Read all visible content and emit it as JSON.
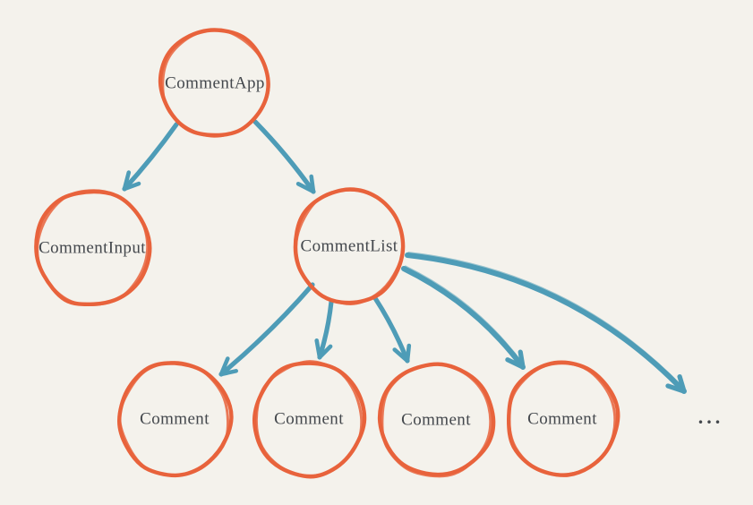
{
  "diagram": {
    "nodes": [
      {
        "id": "comment-app",
        "label": "CommentApp"
      },
      {
        "id": "comment-input",
        "label": "CommentInput"
      },
      {
        "id": "comment-list",
        "label": "CommentList"
      },
      {
        "id": "comment-1",
        "label": "Comment"
      },
      {
        "id": "comment-2",
        "label": "Comment"
      },
      {
        "id": "comment-3",
        "label": "Comment"
      },
      {
        "id": "comment-4",
        "label": "Comment"
      }
    ],
    "edges": [
      {
        "from": "comment-app",
        "to": "comment-input"
      },
      {
        "from": "comment-app",
        "to": "comment-list"
      },
      {
        "from": "comment-list",
        "to": "comment-1"
      },
      {
        "from": "comment-list",
        "to": "comment-2"
      },
      {
        "from": "comment-list",
        "to": "comment-3"
      },
      {
        "from": "comment-list",
        "to": "comment-4"
      },
      {
        "from": "comment-list",
        "to": "ellipsis"
      }
    ],
    "ellipsis_label": "...",
    "colors": {
      "background": "#f4f2ec",
      "node_stroke": "#e8633c",
      "arrow": "#4e9cb7",
      "label": "#43474c"
    }
  }
}
